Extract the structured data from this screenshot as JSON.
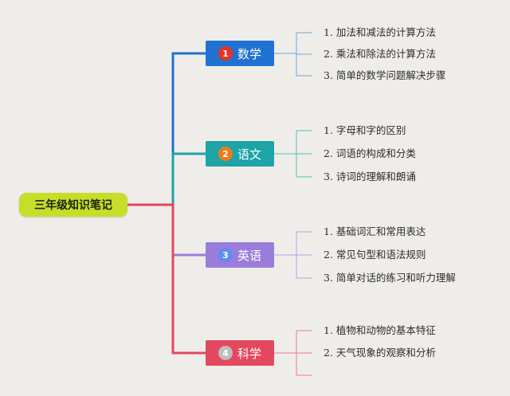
{
  "root": {
    "label": "三年级知识笔记",
    "color": "#c6dd2a"
  },
  "branches": [
    {
      "label": "数学",
      "num": "1",
      "color": "#1f72d1",
      "num_color": "#e83222",
      "items": [
        "1. 加法和减法的计算方法",
        "2. 乘法和除法的计算方法",
        "3. 简单的数学问题解决步骤"
      ]
    },
    {
      "label": "语文",
      "num": "2",
      "color": "#1ca4a6",
      "num_color": "#f07a1b",
      "items": [
        "1. 字母和字的区别",
        "2. 词语的构成和分类",
        "3. 诗词的理解和朗诵"
      ]
    },
    {
      "label": "英语",
      "num": "3",
      "color": "#9a7ddb",
      "num_color": "#5b8ef0",
      "items": [
        "1. 基础词汇和常用表达",
        "2. 常见句型和语法规则",
        "3. 简单对话的练习和听力理解"
      ]
    },
    {
      "label": "科学",
      "num": "4",
      "color": "#e3485e",
      "num_color": "#bdbdbd",
      "items": [
        "1. 植物和动物的基本特征",
        "2. 天气现象的观察和分析"
      ]
    }
  ]
}
